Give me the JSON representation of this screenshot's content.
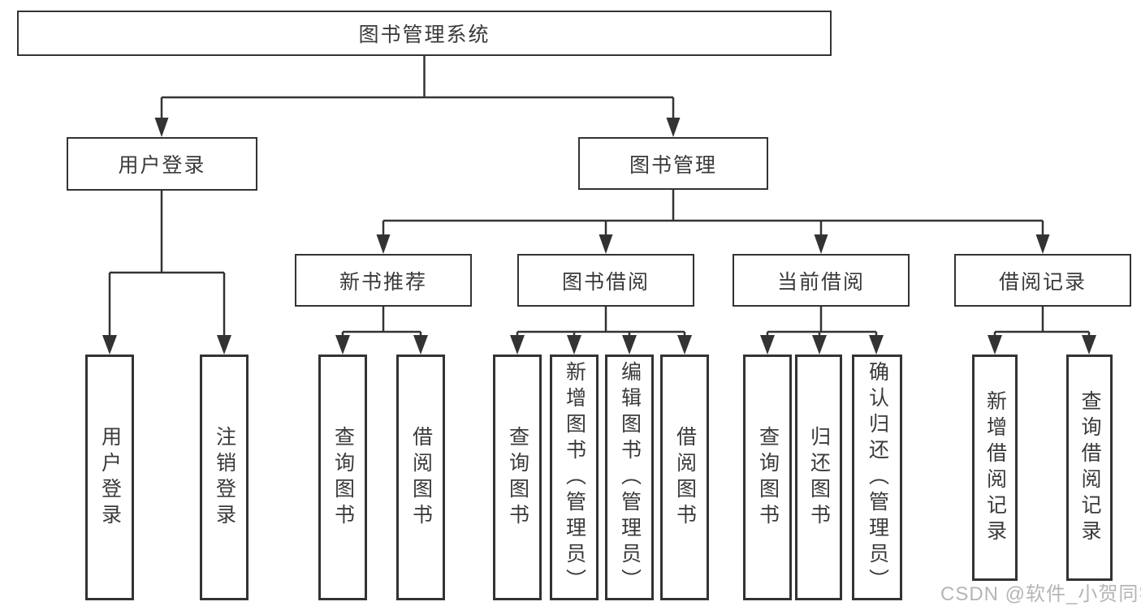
{
  "diagram": {
    "root": {
      "label": "图书管理系统",
      "children": [
        {
          "label": "用户登录",
          "children": [
            {
              "label": "用户登录"
            },
            {
              "label": "注销登录"
            }
          ]
        },
        {
          "label": "图书管理",
          "children": [
            {
              "label": "新书推荐",
              "children": [
                {
                  "label": "查询图书"
                },
                {
                  "label": "借阅图书"
                }
              ]
            },
            {
              "label": "图书借阅",
              "children": [
                {
                  "label": "查询图书"
                },
                {
                  "label": "新增图书（管理员）"
                },
                {
                  "label": "编辑图书（管理员）"
                },
                {
                  "label": "借阅图书"
                }
              ]
            },
            {
              "label": "当前借阅",
              "children": [
                {
                  "label": "查询图书"
                },
                {
                  "label": "归还图书"
                },
                {
                  "label": "确认归还（管理员）"
                }
              ]
            },
            {
              "label": "借阅记录",
              "children": [
                {
                  "label": "新增借阅记录"
                },
                {
                  "label": "查询借阅记录"
                }
              ]
            }
          ]
        }
      ]
    }
  },
  "watermark": "CSDN @软件_小贺同学",
  "colors": {
    "line": "#333333",
    "text": "#3a3a3a",
    "watermark": "#b2b2b2",
    "background": "#ffffff"
  }
}
